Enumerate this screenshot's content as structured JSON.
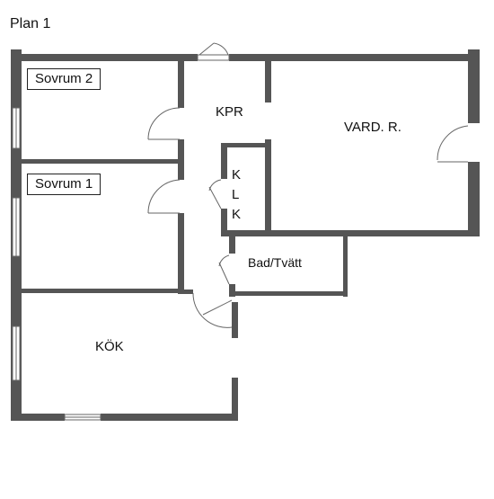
{
  "plan_title": "Plan 1",
  "rooms": {
    "sovrum2": "Sovrum 2",
    "sovrum1": "Sovrum 1",
    "kpr": "KPR",
    "vard": "VARD. R.",
    "klk": [
      "K",
      "L",
      "K"
    ],
    "bad": "Bad/Tvätt",
    "kok": "KÖK"
  },
  "colors": {
    "wall": "#555555",
    "wall_dark": "#3f3f3f",
    "line": "#666666",
    "text": "#111111",
    "window": "#ffffff"
  }
}
